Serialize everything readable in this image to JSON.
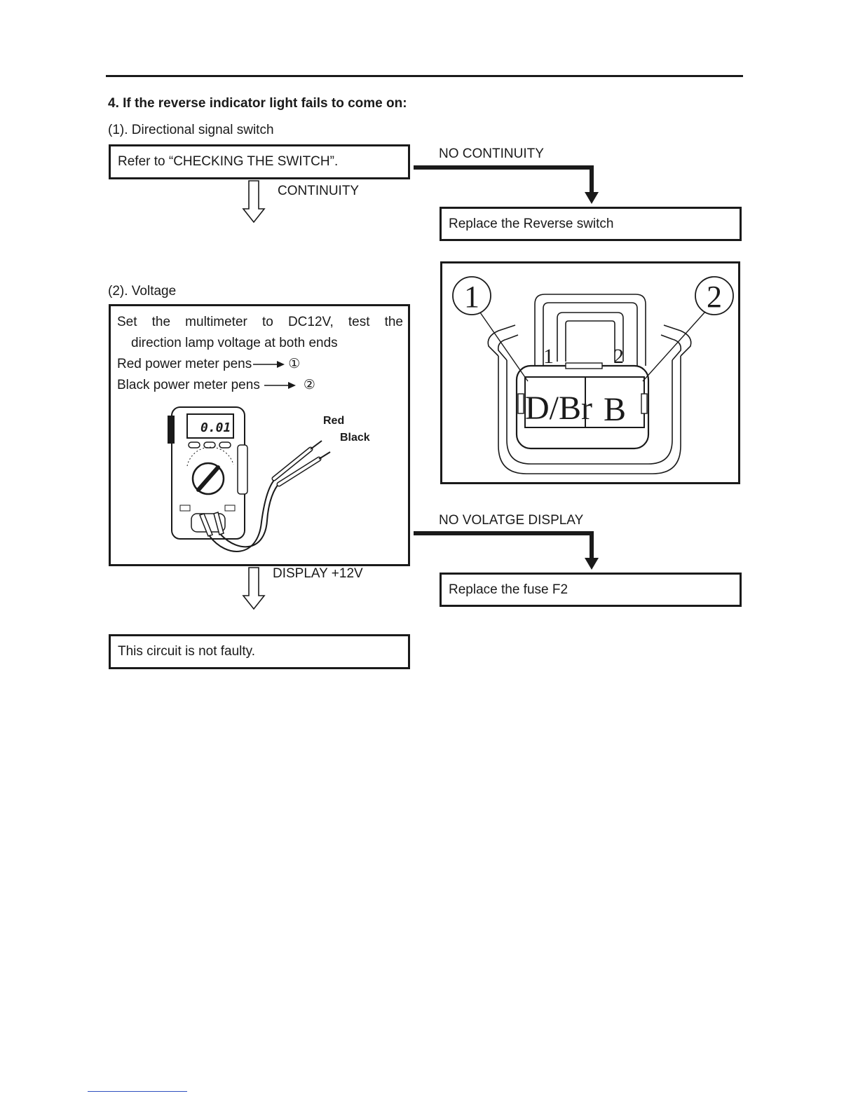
{
  "page": {
    "heading": "4. If the reverse indicator light fails to come on:"
  },
  "step1": {
    "title": "(1). Directional signal switch",
    "box_text": "Refer to “CHECKING THE SWITCH”.",
    "yes_label": "CONTINUITY",
    "no_label": "NO CONTINUITY",
    "no_result": "Replace the Reverse switch"
  },
  "step2": {
    "title": "(2). Voltage",
    "line1_words": [
      "Set",
      "the",
      "multimeter",
      "to",
      "DC12V,",
      "test",
      "the"
    ],
    "line2": "direction lamp voltage at both ends",
    "red_pen": "Red power meter pens",
    "red_target": "①",
    "black_pen": "Black power meter pens",
    "black_target": "②",
    "multimeter": {
      "display": "0.01",
      "lead_red": "Red",
      "lead_black": "Black"
    },
    "yes_label": "DISPLAY +12V",
    "no_label": "NO VOLATGE DISPLAY",
    "no_result": "Replace the fuse F2",
    "final_result": "This circuit is not faulty."
  },
  "connector": {
    "callout_1": "1",
    "callout_2": "2",
    "pin_1": "1",
    "pin_2": "2",
    "wire_1": "D/Br",
    "wire_2": "B"
  }
}
